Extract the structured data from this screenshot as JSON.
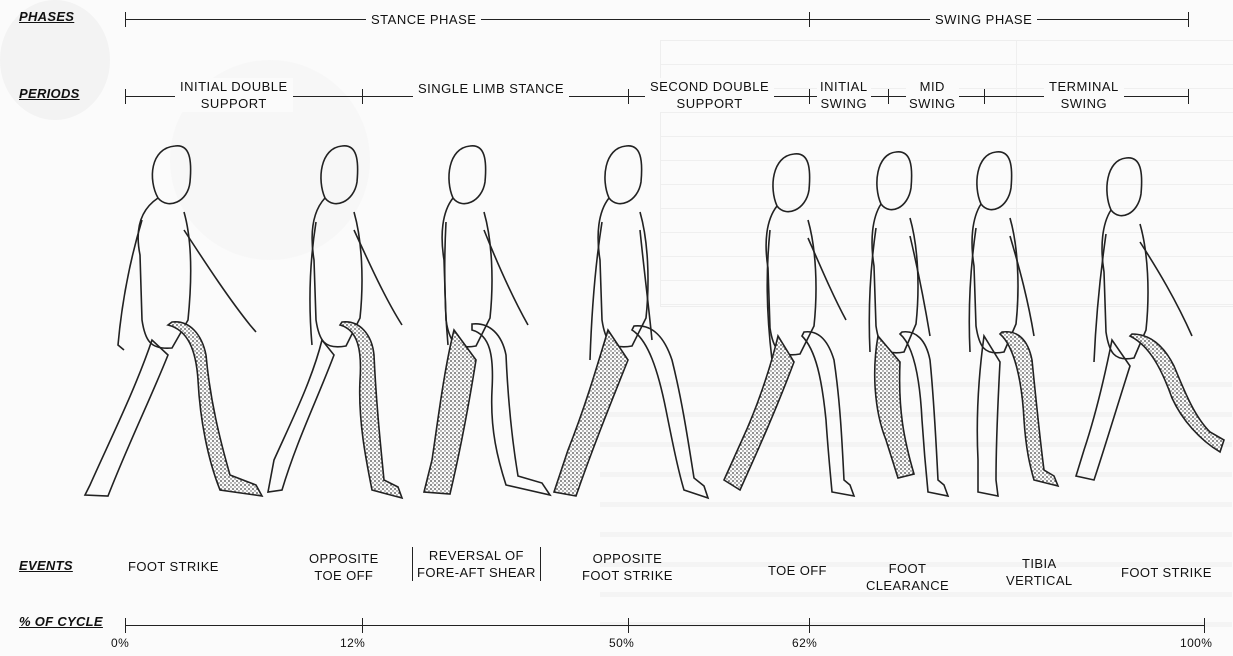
{
  "row_labels": {
    "phases": "PHASES",
    "periods": "PERIODS",
    "events": "EVENTS",
    "cycle": "% OF CYCLE"
  },
  "phases": {
    "stance": "STANCE PHASE",
    "swing": "SWING PHASE"
  },
  "periods": {
    "initial_double_support": [
      "INITIAL DOUBLE",
      "SUPPORT"
    ],
    "single_limb_stance": "SINGLE LIMB STANCE",
    "second_double_support": [
      "SECOND DOUBLE",
      "SUPPORT"
    ],
    "initial_swing": [
      "INITIAL",
      "SWING"
    ],
    "mid_swing": [
      "MID",
      "SWING"
    ],
    "terminal_swing": [
      "TERMINAL",
      "SWING"
    ]
  },
  "events": {
    "foot_strike": "FOOT STRIKE",
    "opposite_toe_off": [
      "OPPOSITE",
      "TOE OFF"
    ],
    "reversal": [
      "REVERSAL OF",
      "FORE-AFT SHEAR"
    ],
    "opposite_foot_strike": [
      "OPPOSITE",
      "FOOT STRIKE"
    ],
    "toe_off": "TOE OFF",
    "foot_clearance": [
      "FOOT",
      "CLEARANCE"
    ],
    "tibia_vertical": [
      "TIBIA",
      "VERTICAL"
    ],
    "foot_strike_end": "FOOT STRIKE"
  },
  "cycle_ticks": [
    "0%",
    "12%",
    "50%",
    "62%",
    "100%"
  ],
  "figures": [
    {
      "name": "walking-figure-1"
    },
    {
      "name": "walking-figure-2"
    },
    {
      "name": "walking-figure-3"
    },
    {
      "name": "walking-figure-4"
    },
    {
      "name": "walking-figure-5"
    },
    {
      "name": "walking-figure-6"
    },
    {
      "name": "walking-figure-7"
    },
    {
      "name": "walking-figure-8"
    }
  ],
  "colors": {
    "ink": "#222222",
    "stipple": "#4a4a4a",
    "paper": "#fbfbfb"
  }
}
